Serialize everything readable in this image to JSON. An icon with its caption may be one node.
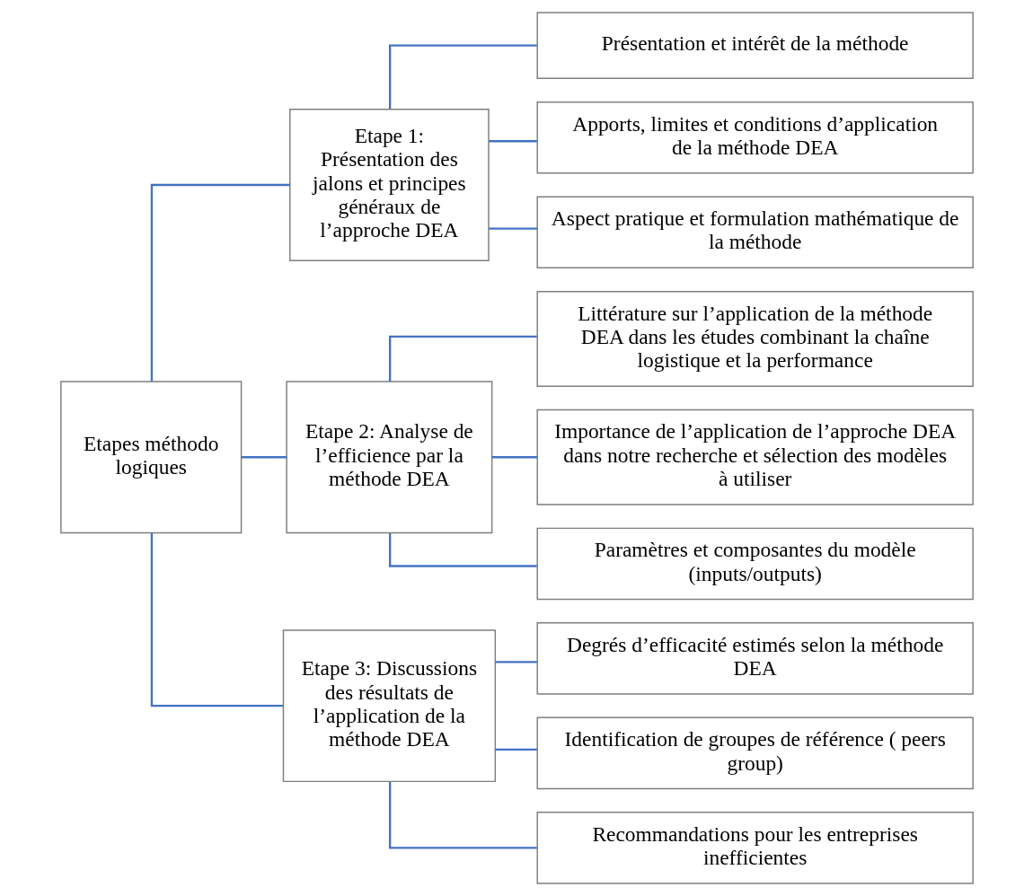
{
  "diagram": {
    "nodes": [
      {
        "text": [
          "Etapes méthodologiques"
        ]
      },
      {
        "text": [
          "Etape 1: Présentation des jalons et principes généraux de l’approche DEA"
        ]
      },
      {
        "text": [
          "Présentation et intérêt de la méthode"
        ]
      },
      {
        "text": [
          "Apports, limites et conditions d’application de la méthode DEA"
        ]
      },
      {
        "text": [
          "Aspect pratique et formulation mathématique de la méthode"
        ]
      },
      {
        "text": [
          "Etape 2: Analyse de l’efficience par la méthode DEA"
        ]
      },
      {
        "text": [
          "Littérature sur l’application de la méthode DEA dans les études combinant la chaîne logistique et la performance"
        ]
      },
      {
        "text": [
          "Importance de l’application de l’approche DEA dans notre recherche et sélection des modèles à utiliser"
        ]
      },
      {
        "text": [
          "Paramètres et composantes du modèle (inputs/outputs)"
        ]
      },
      {
        "text": [
          "Etape 3: Discussions des résultats de l’application de la méthode DEA"
        ]
      },
      {
        "text": [
          "Degrés d’efficacité estimés selon la méthode DEA"
        ]
      },
      {
        "text": [
          "Identification de groupes de référence ( peers group)"
        ]
      },
      {
        "text": [
          "Recommandations pour les entreprises inefficientes"
        ]
      }
    ],
    "edges": [
      {
        "from": 0,
        "to": 1,
        "arrow": "none"
      },
      {
        "from": 0,
        "to": 5,
        "arrow": "none"
      },
      {
        "from": 0,
        "to": 9,
        "arrow": "none"
      },
      {
        "from": 1,
        "to": 2,
        "arrow": "none"
      },
      {
        "from": 1,
        "to": 3,
        "arrow": "none"
      },
      {
        "from": 1,
        "to": 4,
        "arrow": "none"
      },
      {
        "from": 5,
        "to": 6,
        "arrow": "none"
      },
      {
        "from": 5,
        "to": 7,
        "arrow": "none"
      },
      {
        "from": 5,
        "to": 8,
        "arrow": "none"
      },
      {
        "from": 9,
        "to": 10,
        "arrow": "none"
      },
      {
        "from": 9,
        "to": 11,
        "arrow": "none"
      },
      {
        "from": 9,
        "to": 12,
        "arrow": "none"
      }
    ]
  }
}
